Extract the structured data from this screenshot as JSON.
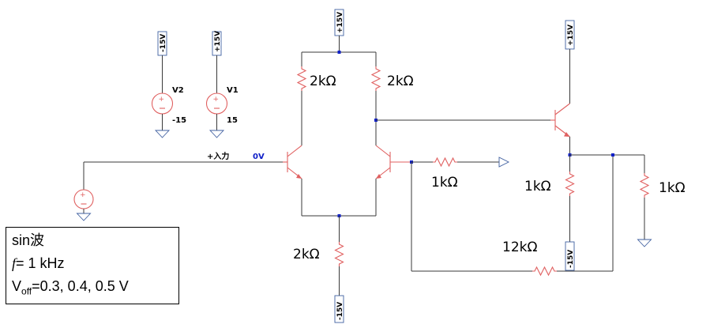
{
  "supply_flags": {
    "v2_top": "-15V",
    "v1_top": "+15V",
    "diff_top": "+15V",
    "emitter_follower_top": "+15V",
    "tail_bottom": "-15V",
    "load_bottom": "-15V"
  },
  "sources": {
    "v2": {
      "name": "V2",
      "value": "-15"
    },
    "v1": {
      "name": "V1",
      "value": "15"
    }
  },
  "input_node": {
    "name": "+入力",
    "level": "0V"
  },
  "resistors": {
    "collector_left": "2kΩ",
    "collector_right": "2kΩ",
    "output_series": "1kΩ",
    "emitter_load": "1kΩ",
    "output_load": "1kΩ",
    "tail": "2kΩ",
    "feedback": "12kΩ"
  },
  "note": {
    "line1": "sin波",
    "line2_symbol": "f",
    "line2_rest": "= 1 kHz",
    "line3_prefix": "V",
    "line3_sub": "off",
    "line3_rest": "=0.3, 0.4, 0.5 V"
  },
  "colors": {
    "wire": "#3a3a3a",
    "component": "#e06060",
    "flag": "#4060a0",
    "junction": "#1020c8",
    "node_level": "#1020c8"
  }
}
